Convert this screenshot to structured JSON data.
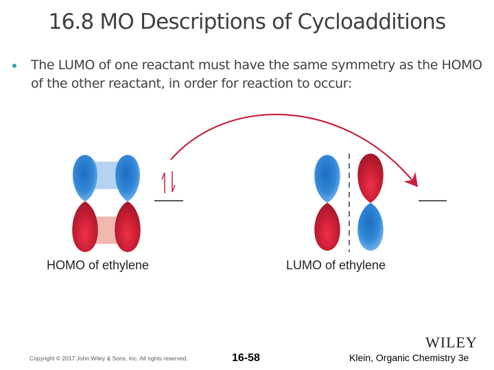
{
  "slide": {
    "title": "16.8 MO Descriptions of Cycloadditions",
    "bullets": [
      {
        "text": "The LUMO of one reactant must have the same symmetry as the HOMO of the other reactant, in order for reaction to occur:",
        "bullet_color": "#31a0b0"
      }
    ]
  },
  "figure": {
    "homo_caption": "HOMO of ethylene",
    "lumo_caption": "LUMO of ethylene",
    "electron_spin_symbol": "↿⇂",
    "arrow_color": "#c8203c",
    "lobe_colors": {
      "blue": "#2e7fd0",
      "red": "#d0283c"
    }
  },
  "footer": {
    "copyright": "Copyright © 2017 John Wiley & Sons, Inc. All rights reserved.",
    "page_number": "16-58",
    "publisher_logo": "WILEY",
    "book_title": "Klein, Organic Chemistry 3e"
  }
}
